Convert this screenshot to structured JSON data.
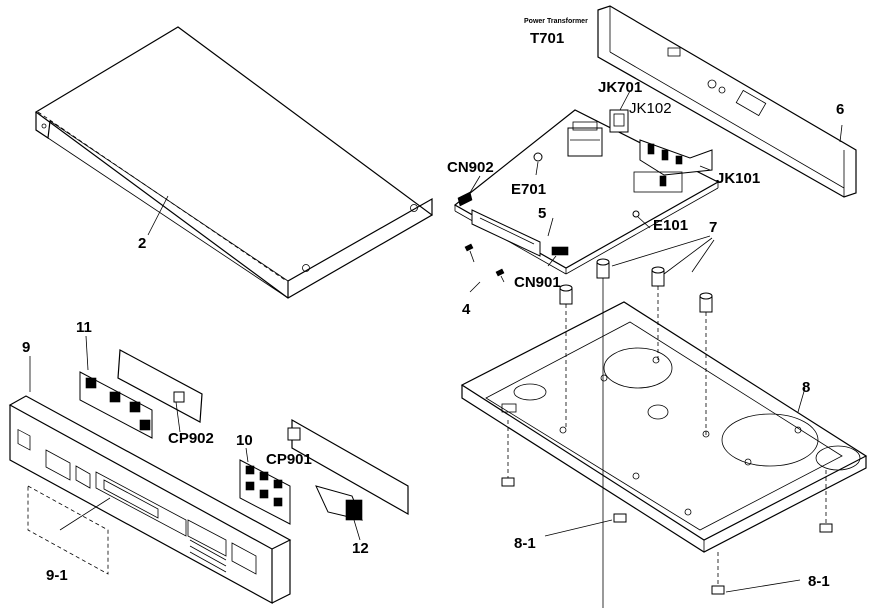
{
  "labels": {
    "power_transformer": "Power Transformer",
    "t701": "T701",
    "jk701": "JK701",
    "jk102": "JK102",
    "jk101": "JK101",
    "cn902": "CN902",
    "e701": "E701",
    "e101": "E101",
    "cn901": "CN901",
    "p2": "2",
    "p4": "4",
    "p5": "5",
    "p6": "6",
    "p7": "7",
    "p8": "8",
    "p8_1a": "8-1",
    "p8_1b": "8-1",
    "p9": "9",
    "p9_1": "9-1",
    "p10": "10",
    "p11": "11",
    "p12": "12",
    "cp902": "CP902",
    "cp901": "CP901"
  }
}
